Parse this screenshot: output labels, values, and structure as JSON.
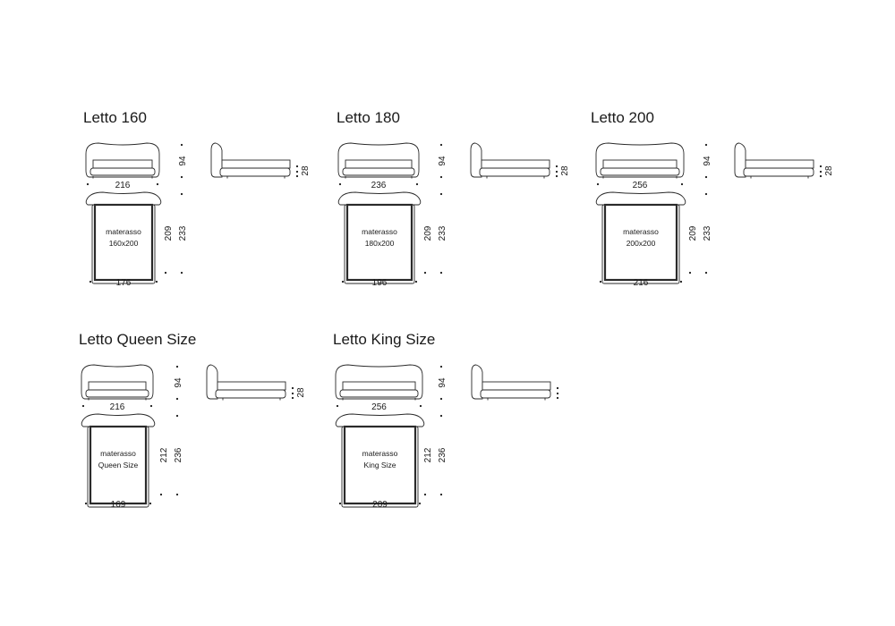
{
  "beds": [
    {
      "title": "Letto 160",
      "height": "94",
      "side_height": "28",
      "front_width": "216",
      "plan_length": "209",
      "total_length": "233",
      "plan_width": "176",
      "mattress_label": "materasso",
      "mattress_size": "160x200"
    },
    {
      "title": "Letto 180",
      "height": "94",
      "side_height": "28",
      "front_width": "236",
      "plan_length": "209",
      "total_length": "233",
      "plan_width": "196",
      "mattress_label": "materasso",
      "mattress_size": "180x200"
    },
    {
      "title": "Letto 200",
      "height": "94",
      "side_height": "28",
      "front_width": "256",
      "plan_length": "209",
      "total_length": "233",
      "plan_width": "216",
      "mattress_label": "materasso",
      "mattress_size": "200x200"
    },
    {
      "title": "Letto Queen Size",
      "height": "94",
      "side_height": "28",
      "front_width": "216",
      "plan_length": "212",
      "total_length": "236",
      "plan_width": "169",
      "mattress_label": "materasso",
      "mattress_size": "Queen Size"
    },
    {
      "title": "Letto King Size",
      "height": "94",
      "side_height": "",
      "front_width": "256",
      "plan_length": "212",
      "total_length": "236",
      "plan_width": "209",
      "mattress_label": "materasso",
      "mattress_size": "King Size"
    }
  ]
}
